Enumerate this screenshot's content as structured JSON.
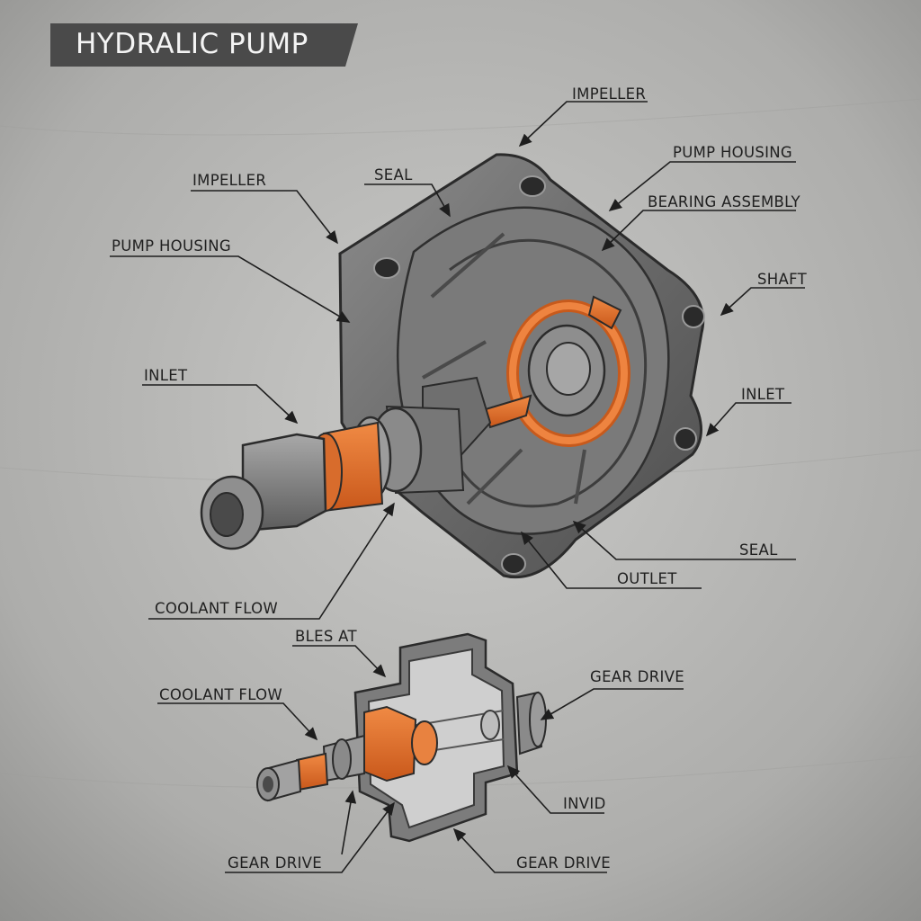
{
  "title": "HYDRALIC PUMP",
  "colors": {
    "accent": "#e8742a",
    "metal_dark": "#5b5b5b",
    "metal_light": "#a9a9a9",
    "background": "#b9b9b7",
    "banner": "#4a4a4a"
  },
  "main_view": {
    "labels": {
      "impeller_top": "IMPELLER",
      "pump_housing_right": "PUMP HOUSING",
      "bearing_assembly": "BEARING ASSEMBLY",
      "shaft": "SHAFT",
      "inlet_right": "INLET",
      "seal_right": "SEAL",
      "outlet": "OUTLET",
      "impeller_left": "IMPELLER",
      "seal_top": "SEAL",
      "pump_housing_left": "PUMP HOUSING",
      "inlet_left": "INLET",
      "coolant_flow": "COOLANT FLOW"
    }
  },
  "section_view": {
    "labels": {
      "bles_at": "BLES AT",
      "coolant_flow": "COOLANT FLOW",
      "gear_drive_right": "GEAR DRIVE",
      "invid": "INVID",
      "gear_drive_bottom_right": "GEAR DRIVE",
      "gear_drive_bottom_left": "GEAR DRIVE"
    }
  }
}
